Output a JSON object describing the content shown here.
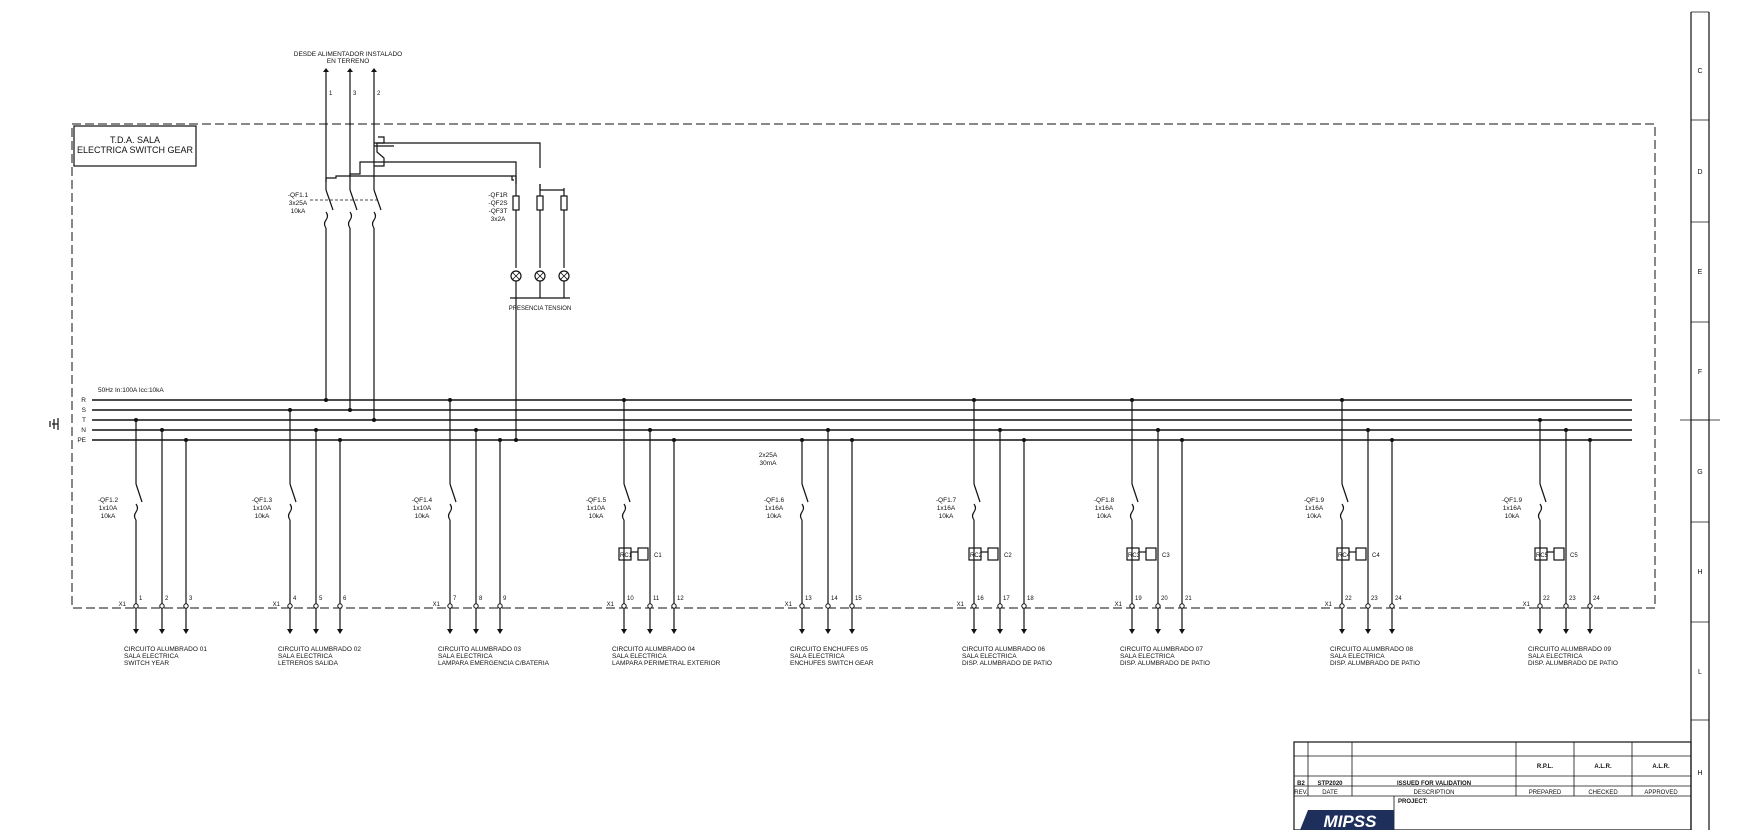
{
  "supply": {
    "line1": "DESDE ALIMENTADOR INSTALADO",
    "line2": "EN TERRENO",
    "terminals": [
      "1",
      "3",
      "2"
    ]
  },
  "board_title": {
    "line1": "T.D.A. SALA",
    "line2": "ELECTRICA SWITCH GEAR"
  },
  "main_breaker": {
    "tag": "-QF1.1",
    "rating": "3x25A",
    "icc": "10kA"
  },
  "fuse_group": {
    "tags": [
      "-QF1R",
      "-QF2S",
      "-QF3T"
    ],
    "rating": "3x2A",
    "lamp_label": "PRESENCIA TENSION"
  },
  "bus": {
    "spec": "50Hz In:100A Icc:10kA",
    "phases": [
      "R",
      "S",
      "T",
      "N",
      "PE"
    ]
  },
  "contactor_supply": {
    "rating1": "2x25A",
    "rating2": "30mA"
  },
  "circuits": [
    {
      "tag": "-QF1.2",
      "rating": "1x10A",
      "icc": "10kA",
      "rcd": "",
      "relay": "",
      "terminals": [
        "1",
        "2",
        "3"
      ],
      "strip": "X1",
      "desc": [
        "CIRCUITO ALUMBRADO 01",
        "SALA ELECTRICA",
        "SWITCH YEAR"
      ]
    },
    {
      "tag": "-QF1.3",
      "rating": "1x10A",
      "icc": "10kA",
      "rcd": "",
      "relay": "",
      "terminals": [
        "4",
        "5",
        "6"
      ],
      "strip": "X1",
      "desc": [
        "CIRCUITO ALUMBRADO 02",
        "SALA ELECTRICA",
        "LETREROS SALIDA"
      ]
    },
    {
      "tag": "-QF1.4",
      "rating": "1x10A",
      "icc": "10kA",
      "rcd": "",
      "relay": "",
      "terminals": [
        "7",
        "8",
        "9"
      ],
      "strip": "X1",
      "desc": [
        "CIRCUITO ALUMBRADO 03",
        "SALA ELECTRICA",
        "LAMPARA EMERGENCIA C/BATERIA"
      ]
    },
    {
      "tag": "-QF1.5",
      "rating": "1x10A",
      "icc": "10kA",
      "rcd": "RC1",
      "relay": "C1",
      "terminals": [
        "10",
        "11",
        "12"
      ],
      "strip": "X1",
      "desc": [
        "CIRCUITO ALUMBRADO 04",
        "SALA ELECTRICA",
        "LAMPARA PERIMETRAL EXTERIOR"
      ]
    },
    {
      "tag": "-QF1.6",
      "rating": "1x16A",
      "icc": "10kA",
      "rcd": "",
      "relay": "",
      "terminals": [
        "13",
        "14",
        "15"
      ],
      "strip": "X1",
      "desc": [
        "CIRCUITO ENCHUFES 05",
        "SALA ELECTRICA",
        "ENCHUFES SWITCH GEAR"
      ]
    },
    {
      "tag": "-QF1.7",
      "rating": "1x16A",
      "icc": "10kA",
      "rcd": "RC2",
      "relay": "C2",
      "terminals": [
        "16",
        "17",
        "18"
      ],
      "strip": "X1",
      "desc": [
        "CIRCUITO ALUMBRADO 06",
        "SALA ELECTRICA",
        "DISP. ALUMBRADO DE PATIO"
      ]
    },
    {
      "tag": "-QF1.8",
      "rating": "1x16A",
      "icc": "10kA",
      "rcd": "RC3",
      "relay": "C3",
      "terminals": [
        "19",
        "20",
        "21"
      ],
      "strip": "X1",
      "desc": [
        "CIRCUITO ALUMBRADO 07",
        "SALA ELECTRICA",
        "DISP. ALUMBRADO DE PATIO"
      ]
    },
    {
      "tag": "-QF1.9",
      "rating": "1x16A",
      "icc": "10kA",
      "rcd": "RC4",
      "relay": "C4",
      "terminals": [
        "22",
        "23",
        "24"
      ],
      "strip": "X1",
      "desc": [
        "CIRCUITO ALUMBRADO 08",
        "SALA ELECTRICA",
        "DISP. ALUMBRADO DE PATIO"
      ]
    },
    {
      "tag": "-QF1.9",
      "rating": "1x16A",
      "icc": "10kA",
      "rcd": "RC5",
      "relay": "C5",
      "terminals": [
        "22",
        "23",
        "24"
      ],
      "strip": "X1",
      "desc": [
        "CIRCUITO ALUMBRADO 09",
        "SALA ELECTRICA",
        "DISP. ALUMBRADO DE PATIO"
      ]
    }
  ],
  "grid_letters": [
    "C",
    "D",
    "E",
    "F",
    "G",
    "H",
    "L",
    "H"
  ],
  "title_block": {
    "rev": "B2",
    "doc": "STP2020",
    "issue": "ISSUED FOR VALIDATION",
    "col_a": "R.P.L.",
    "col_b": "A.L.R.",
    "col_c": "A.L.R.",
    "row2_a": "REV.",
    "row2_b": "DATE",
    "row2_c": "DESCRIPTION",
    "row2_d": "PREPARED",
    "row2_e": "CHECKED",
    "row2_f": "APPROVED",
    "project_label": "PROJECT:",
    "logo": "MIPSS"
  }
}
